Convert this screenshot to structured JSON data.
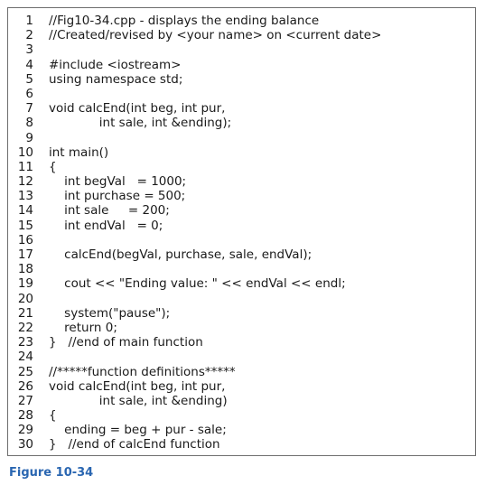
{
  "code_listing": {
    "lines": [
      {
        "num": "1",
        "text": "//Fig10-34.cpp - displays the ending balance"
      },
      {
        "num": "2",
        "text": "//Created/revised by <your name> on <current date>"
      },
      {
        "num": "3",
        "text": ""
      },
      {
        "num": "4",
        "text": "#include <iostream>"
      },
      {
        "num": "5",
        "text": "using namespace std;"
      },
      {
        "num": "6",
        "text": ""
      },
      {
        "num": "7",
        "text": "void calcEnd(int beg, int pur,"
      },
      {
        "num": "8",
        "text": "             int sale, int &ending);"
      },
      {
        "num": "9",
        "text": ""
      },
      {
        "num": "10",
        "text": "int main()"
      },
      {
        "num": "11",
        "text": "{"
      },
      {
        "num": "12",
        "text": "    int begVal   = 1000;"
      },
      {
        "num": "13",
        "text": "    int purchase = 500;"
      },
      {
        "num": "14",
        "text": "    int sale     = 200;"
      },
      {
        "num": "15",
        "text": "    int endVal   = 0;"
      },
      {
        "num": "16",
        "text": ""
      },
      {
        "num": "17",
        "text": "    calcEnd(begVal, purchase, sale, endVal);"
      },
      {
        "num": "18",
        "text": ""
      },
      {
        "num": "19",
        "text": "    cout << \"Ending value: \" << endVal << endl;"
      },
      {
        "num": "20",
        "text": ""
      },
      {
        "num": "21",
        "text": "    system(\"pause\");"
      },
      {
        "num": "22",
        "text": "    return 0;"
      },
      {
        "num": "23",
        "text": "}   //end of main function"
      },
      {
        "num": "24",
        "text": ""
      },
      {
        "num": "25",
        "text": "//*****function definitions*****"
      },
      {
        "num": "26",
        "text": "void calcEnd(int beg, int pur,"
      },
      {
        "num": "27",
        "text": "             int sale, int &ending)"
      },
      {
        "num": "28",
        "text": "{"
      },
      {
        "num": "29",
        "text": "    ending = beg + pur - sale;"
      },
      {
        "num": "30",
        "text": "}   //end of calcEnd function"
      }
    ]
  },
  "caption": "Figure 10-34"
}
